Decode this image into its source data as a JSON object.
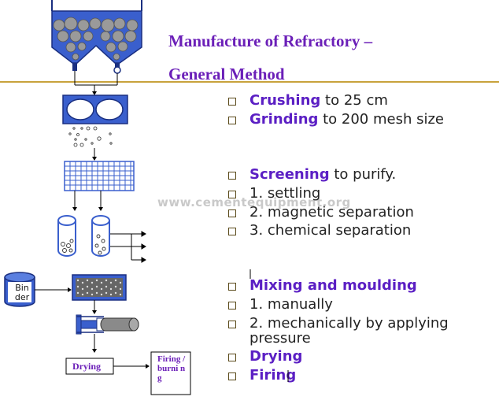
{
  "title": {
    "line1": "Manufacture  of Refractory –",
    "line2": "General Method"
  },
  "watermark": "www.cementequipment.org",
  "bullets": [
    {
      "keyword": "Crushing",
      "rest": " to 25 cm"
    },
    {
      "keyword": "Grinding",
      "rest": " to 200 mesh size"
    },
    {
      "keyword": "Screening",
      "rest": " to purify."
    },
    {
      "keyword": "",
      "rest": "1. settling"
    },
    {
      "keyword": "",
      "rest": "2. magnetic separation"
    },
    {
      "keyword": "",
      "rest": "3. chemical separation"
    },
    {
      "keyword": "Mixing and moulding",
      "rest": ""
    },
    {
      "keyword": "",
      "rest": "1. manually"
    },
    {
      "keyword": "",
      "rest": "2. mechanically by applying pressure"
    },
    {
      "keyword": "Drying",
      "rest": ""
    },
    {
      "keyword": "Firing",
      "rest": ""
    }
  ],
  "diagram": {
    "binder_label": "Bin der",
    "drying_label": "Drying",
    "firing_label": "Firing / burni ng",
    "colors": {
      "title": "#6b1fb8",
      "keyword": "#5b1fc4",
      "equipment": "#3a5fcd",
      "rule": "#c8a23c"
    }
  }
}
